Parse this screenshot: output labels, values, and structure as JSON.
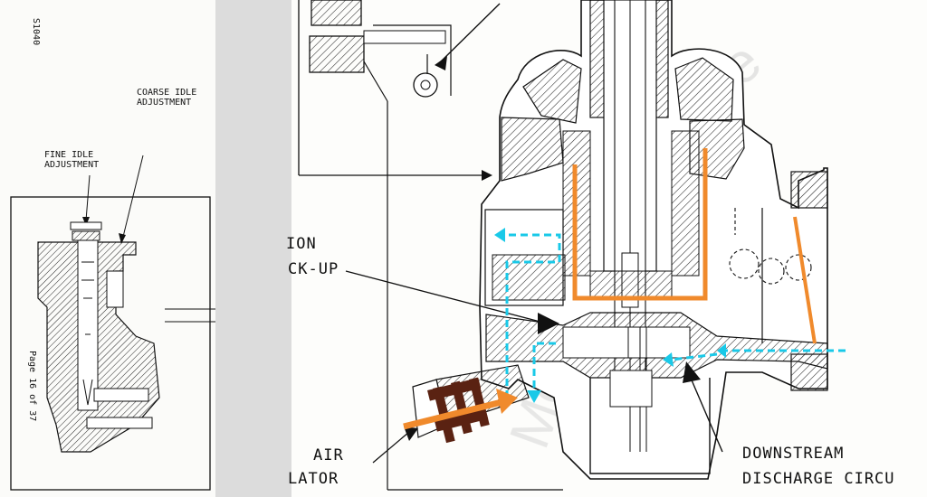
{
  "left_page": {
    "page_code": "S1040",
    "coarse_idle_label": "COARSE IDLE\nADJUSTMENT",
    "fine_idle_label": "FINE IDLE\nADJUSTMENT",
    "page_number": "Page 16 of 37"
  },
  "right_page": {
    "label_left_top": "ION",
    "label_left_mid": "CK-UP",
    "label_air": "AIR",
    "label_lator": "LATOR",
    "label_downstream": "DOWNSTREAM",
    "label_discharge": "DISCHARGE CIRCU"
  },
  "colors": {
    "annotation_orange": "#f08a2c",
    "annotation_cyan": "#19c9e8",
    "annotation_brown": "#5a2212",
    "ink": "#1a1a1a",
    "watermark": "#d4d4d4"
  }
}
